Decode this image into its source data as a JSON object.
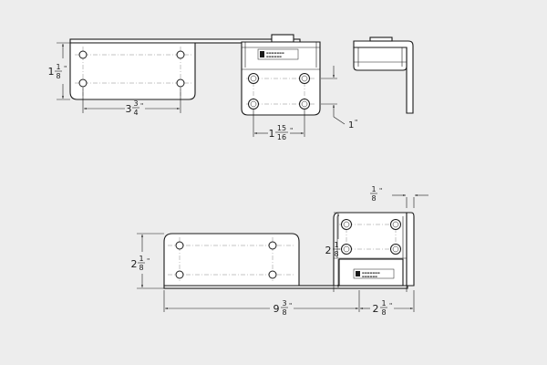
{
  "dimensions": {
    "top_height": {
      "whole": "1",
      "num": "1",
      "den": "8",
      "mark": "\""
    },
    "top_hole_span": {
      "whole": "3",
      "num": "3",
      "den": "4",
      "mark": "\""
    },
    "top_front_hole_span": {
      "whole": "1",
      "num": "15",
      "den": "16",
      "mark": "\""
    },
    "top_offset": {
      "whole": "1",
      "mark": "\""
    },
    "bottom_thickness": {
      "num": "1",
      "den": "8",
      "mark": "\""
    },
    "bottom_height": {
      "whole": "2",
      "num": "1",
      "den": "8",
      "mark": "\""
    },
    "bottom_front_height": {
      "whole": "2",
      "num": "1",
      "den": "8",
      "mark": ""
    },
    "bottom_overall_length": {
      "whole": "9",
      "num": "3",
      "den": "8",
      "mark": "\""
    },
    "bottom_front_width": {
      "whole": "2",
      "num": "1",
      "den": "8",
      "mark": "\""
    }
  }
}
